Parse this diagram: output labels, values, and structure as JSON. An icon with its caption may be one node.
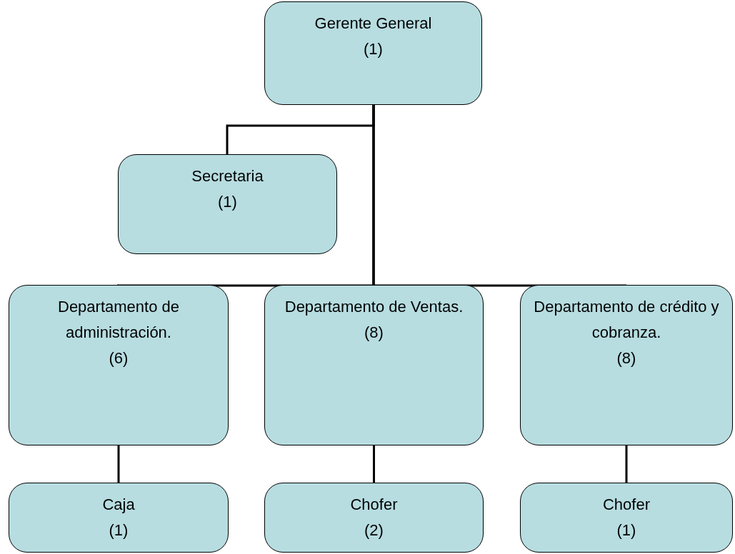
{
  "diagram": {
    "nodes": [
      {
        "text": [
          "Gerente General",
          "(1)"
        ]
      },
      {
        "text": [
          "Secretaria",
          "(1)"
        ]
      },
      {
        "text": [
          "Departamento de administración.",
          "(6)"
        ]
      },
      {
        "text": [
          "Departamento de Ventas.",
          "(8)"
        ]
      },
      {
        "text": [
          "Departamento de crédito y cobranza.",
          "(8)"
        ]
      },
      {
        "text": [
          "Caja",
          "(1)"
        ]
      },
      {
        "text": [
          "Chofer",
          "(2)"
        ]
      },
      {
        "text": [
          "Chofer",
          "(1)"
        ]
      }
    ],
    "edges": [
      {
        "from": 0,
        "to": 1,
        "arrow": "none"
      },
      {
        "from": 0,
        "to": 2,
        "arrow": "none"
      },
      {
        "from": 0,
        "to": 3,
        "arrow": "none"
      },
      {
        "from": 0,
        "to": 4,
        "arrow": "none"
      },
      {
        "from": 2,
        "to": 5,
        "arrow": "none"
      },
      {
        "from": 3,
        "to": 6,
        "arrow": "none"
      },
      {
        "from": 4,
        "to": 7,
        "arrow": "none"
      }
    ]
  }
}
